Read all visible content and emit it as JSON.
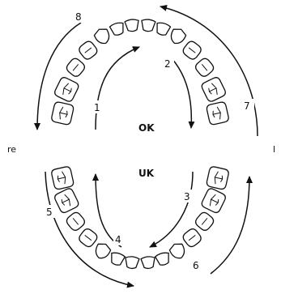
{
  "labels": {
    "upper_jaw": "OK",
    "lower_jaw": "UK",
    "patient_right": "re",
    "patient_left": "l"
  },
  "sequence": [
    {
      "number": "1",
      "path": "upper inner, patient right side"
    },
    {
      "number": "2",
      "path": "upper inner, patient left side"
    },
    {
      "number": "3",
      "path": "lower inner, patient left side"
    },
    {
      "number": "4",
      "path": "lower inner, patient right side"
    },
    {
      "number": "5",
      "path": "lower outer, patient right side"
    },
    {
      "number": "6",
      "path": "lower outer, patient left side"
    },
    {
      "number": "7",
      "path": "upper outer, patient left side"
    },
    {
      "number": "8",
      "path": "upper outer, patient right side"
    }
  ],
  "teeth_per_arch": 14,
  "colors": {
    "ink": "#111111",
    "paper": "#ffffff"
  }
}
